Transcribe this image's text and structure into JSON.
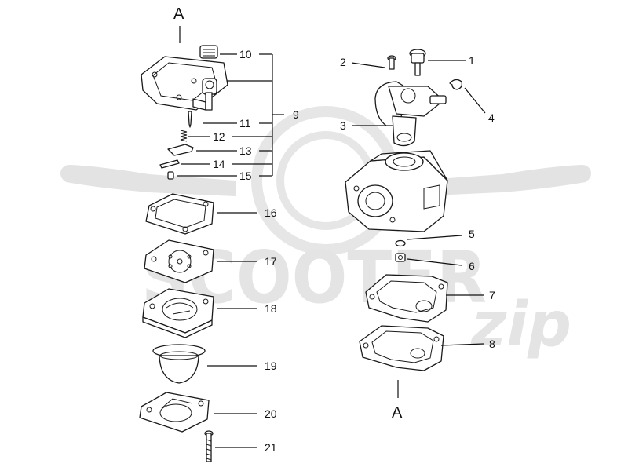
{
  "view_labels": {
    "top_left": "A",
    "bottom_right": "A"
  },
  "parts": [
    {
      "id": "1",
      "label": "1"
    },
    {
      "id": "2",
      "label": "2"
    },
    {
      "id": "3",
      "label": "3"
    },
    {
      "id": "4",
      "label": "4"
    },
    {
      "id": "5",
      "label": "5"
    },
    {
      "id": "6",
      "label": "6"
    },
    {
      "id": "7",
      "label": "7"
    },
    {
      "id": "8",
      "label": "8"
    },
    {
      "id": "9",
      "label": "9"
    },
    {
      "id": "10",
      "label": "10"
    },
    {
      "id": "11",
      "label": "11"
    },
    {
      "id": "12",
      "label": "12"
    },
    {
      "id": "13",
      "label": "13"
    },
    {
      "id": "14",
      "label": "14"
    },
    {
      "id": "15",
      "label": "15"
    },
    {
      "id": "16",
      "label": "16"
    },
    {
      "id": "17",
      "label": "17"
    },
    {
      "id": "18",
      "label": "18"
    },
    {
      "id": "19",
      "label": "19"
    },
    {
      "id": "20",
      "label": "20"
    },
    {
      "id": "21",
      "label": "21"
    }
  ],
  "watermark": {
    "brand": "SCOOTER",
    "script": "zip",
    "color": "#e4e4e4"
  }
}
